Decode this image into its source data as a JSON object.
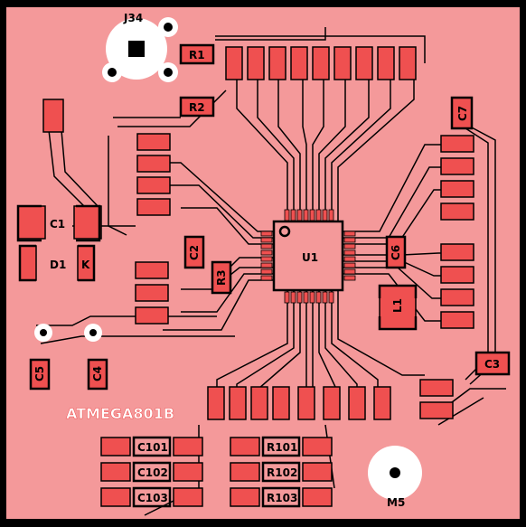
{
  "board": {
    "title": "ATMEGA801B",
    "colors": {
      "background": "#000000",
      "copper": "#f4999a",
      "pad": "#ef5050",
      "pad_stroke": "#000000",
      "silk": "#000000",
      "title_silk": "#ffffff"
    }
  },
  "components": {
    "j34": "J34",
    "r1": "R1",
    "r2": "R2",
    "c1": "C1",
    "d1": "D1",
    "d1_k": "K",
    "c2": "C2",
    "r3": "R3",
    "u1": "U1",
    "c6": "C6",
    "l1": "L1",
    "c7": "C7",
    "c3": "C3",
    "c4": "C4",
    "c5": "C5",
    "c101": "C101",
    "c102": "C102",
    "c103": "C103",
    "r101": "R101",
    "r102": "R102",
    "r103": "R103",
    "m5": "M5"
  }
}
